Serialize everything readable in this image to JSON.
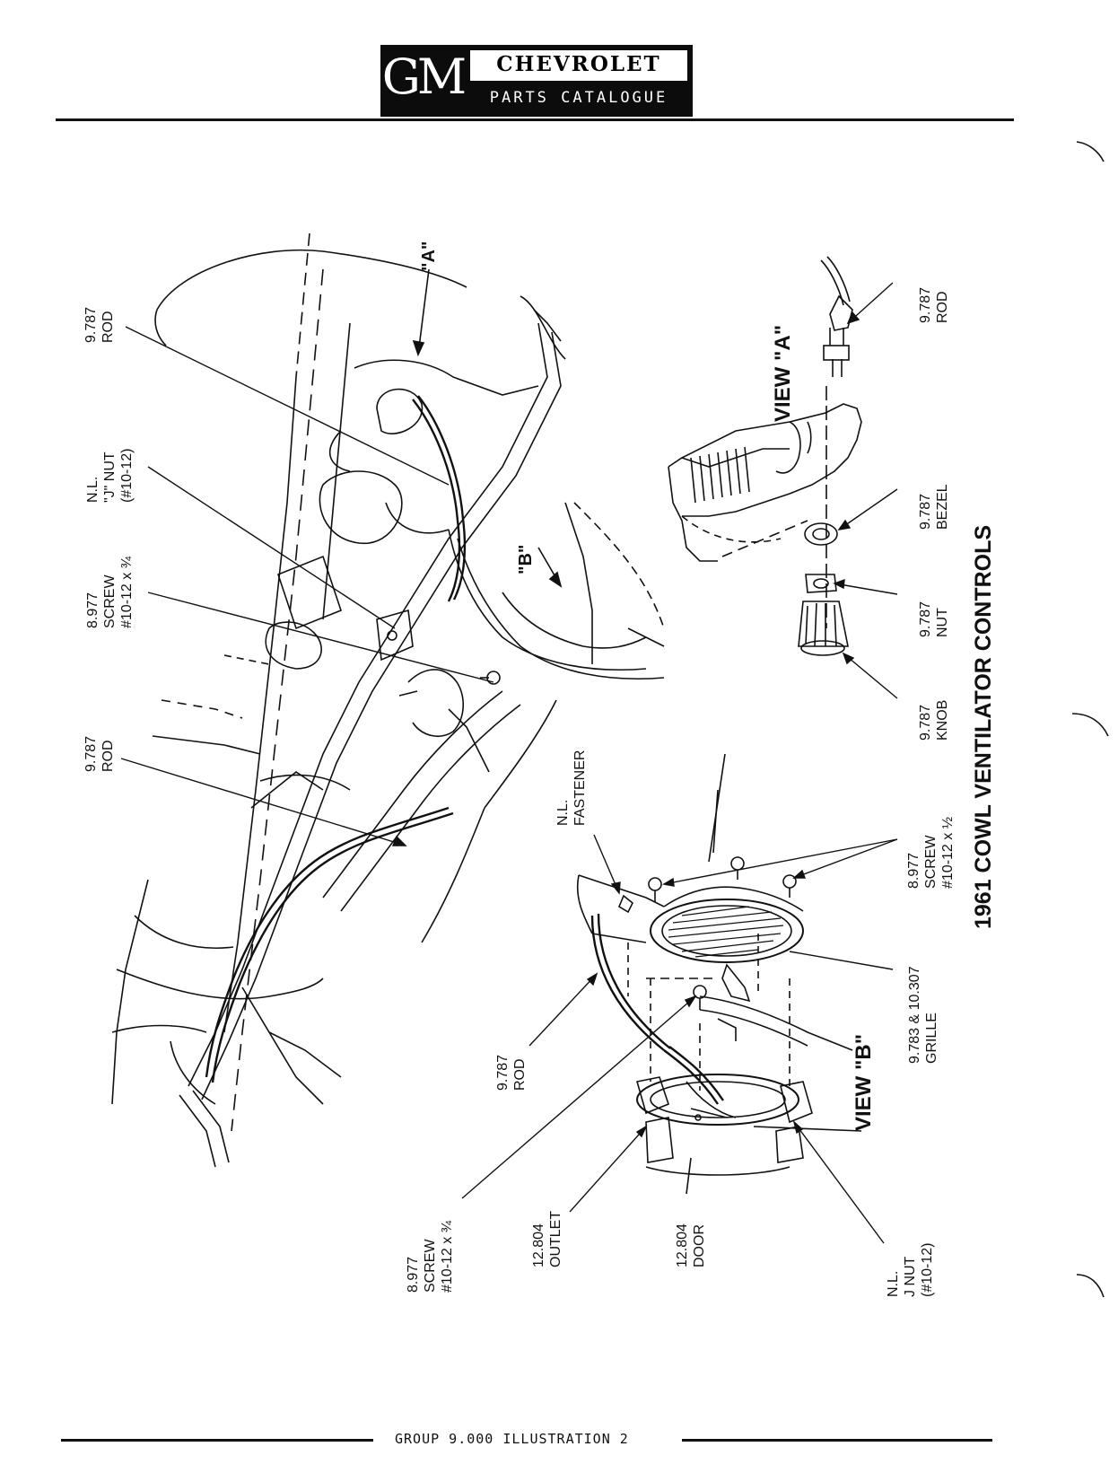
{
  "header": {
    "logo_letters": "GM",
    "brand": "CHEVROLET",
    "subtitle": "PARTS CATALOGUE"
  },
  "title": "1961 COWL VENTILATOR CONTROLS",
  "views": {
    "view_a": "VIEW \"A\"",
    "view_b": "VIEW \"B\"",
    "callout_a": "\"A\"",
    "callout_b": "\"B\""
  },
  "labels": {
    "rod_top": {
      "num": "9.787",
      "name": "ROD"
    },
    "jnut_top": {
      "num": "N.L.",
      "name": "\"J\" NUT",
      "spec": "(#10-12)"
    },
    "screw_top": {
      "num": "8.977",
      "name": "SCREW",
      "spec": "#10-12 x ¾"
    },
    "rod_mid": {
      "num": "9.787",
      "name": "ROD"
    },
    "fastener": {
      "num": "N.L.",
      "name": "FASTENER"
    },
    "screw_grille": {
      "num": "8.977",
      "name": "SCREW",
      "spec": "#10-12 x ½"
    },
    "grille": {
      "num": "9.783 & 10.307",
      "name": "GRILLE"
    },
    "rod_b": {
      "num": "9.787",
      "name": "ROD"
    },
    "screw_b": {
      "num": "8.977",
      "name": "SCREW",
      "spec": "#10-12 x ¾"
    },
    "outlet": {
      "num": "12.804",
      "name": "OUTLET"
    },
    "door": {
      "num": "12.804",
      "name": "DOOR"
    },
    "jnut_b": {
      "num": "N.L.",
      "name": "J NUT",
      "spec": "(#10-12)"
    },
    "rod_a": {
      "num": "9.787",
      "name": "ROD"
    },
    "bezel": {
      "num": "9.787",
      "name": "BEZEL"
    },
    "nut": {
      "num": "9.787",
      "name": "NUT"
    },
    "knob": {
      "num": "9.787",
      "name": "KNOB"
    }
  },
  "footer": {
    "text": "GROUP 9.000 ILLUSTRATION 2"
  }
}
